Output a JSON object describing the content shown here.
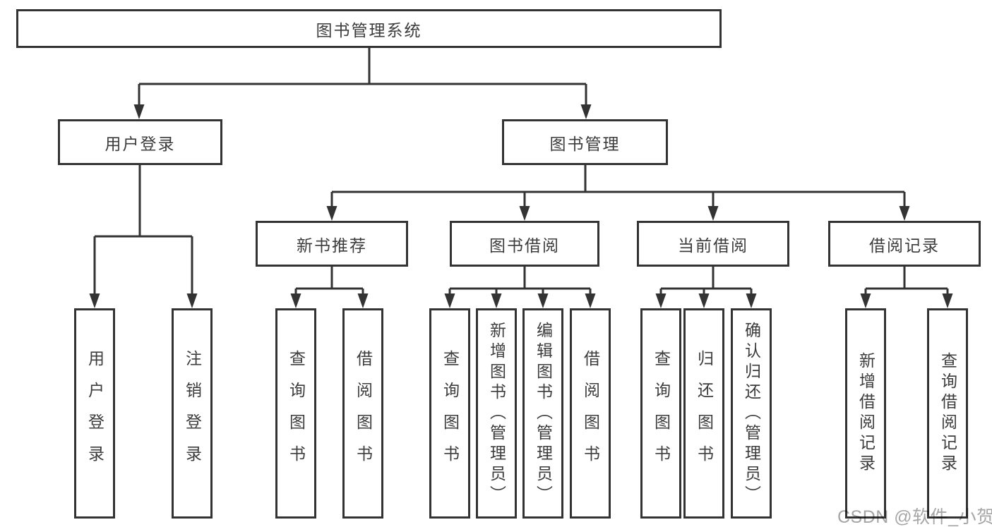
{
  "tree": {
    "label": "图书管理系统",
    "children": [
      {
        "label": "用户登录",
        "children": [
          {
            "label": "用户登录"
          },
          {
            "label": "注销登录"
          }
        ]
      },
      {
        "label": "图书管理",
        "children": [
          {
            "label": "新书推荐",
            "children": [
              {
                "label": "查询图书"
              },
              {
                "label": "借阅图书"
              }
            ]
          },
          {
            "label": "图书借阅",
            "children": [
              {
                "label": "查询图书"
              },
              {
                "label": "新增图书（管理员）"
              },
              {
                "label": "编辑图书（管理员）"
              },
              {
                "label": "借阅图书"
              }
            ]
          },
          {
            "label": "当前借阅",
            "children": [
              {
                "label": "查询图书"
              },
              {
                "label": "归还图书"
              },
              {
                "label": "确认归还（管理员）"
              }
            ]
          },
          {
            "label": "借阅记录",
            "children": [
              {
                "label": "新增借阅记录"
              },
              {
                "label": "查询借阅记录"
              }
            ]
          }
        ]
      }
    ]
  },
  "watermark": {
    "text": "CSDN @软件_小贺同学"
  },
  "colors": {
    "line": "#333333",
    "text": "#3c3c3c",
    "watermark": "#a6a6a6",
    "background": "#ffffff"
  }
}
